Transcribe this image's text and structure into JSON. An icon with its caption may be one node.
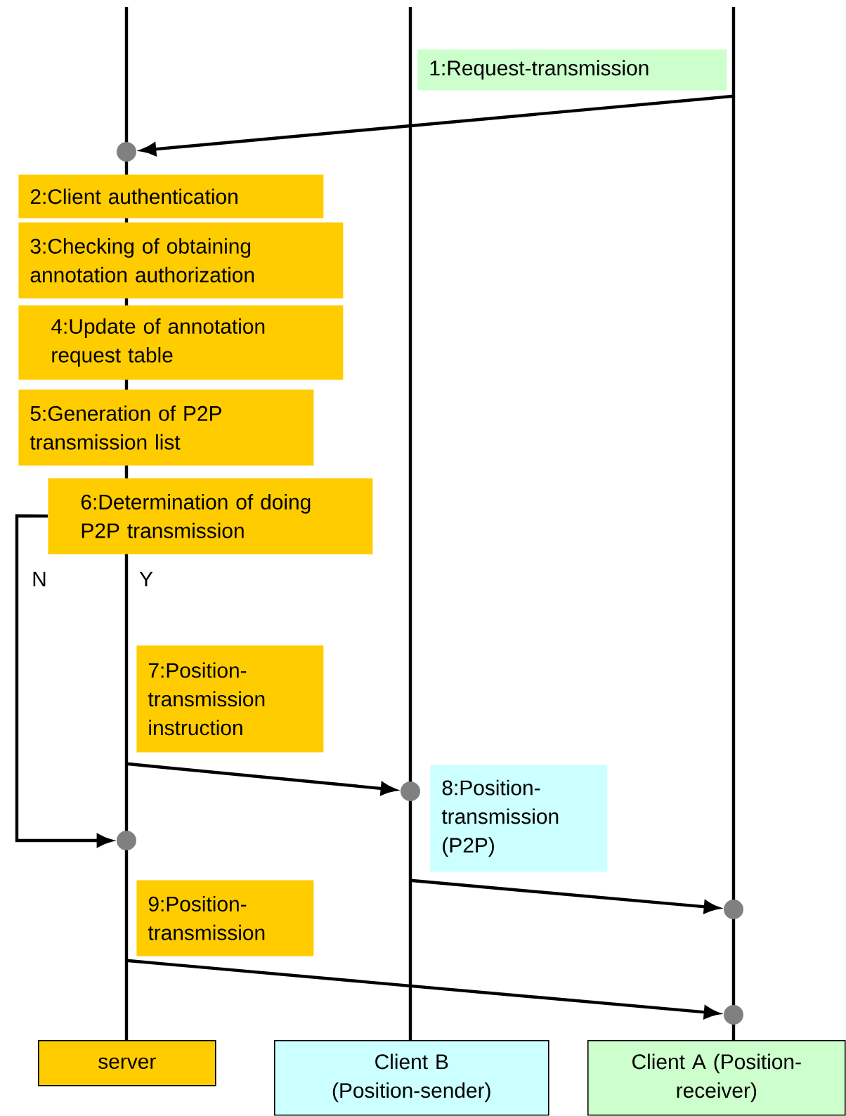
{
  "diagram": {
    "nodes": [
      {
        "text": [
          "1:Request-transmission"
        ]
      },
      {
        "text": [],
        "shape": "circle"
      },
      {
        "text": [
          "2:Client authentication"
        ]
      },
      {
        "text": [
          "3:Checking of obtaining annotation authorization"
        ]
      },
      {
        "text": [
          "4:Update of annotation request table"
        ]
      },
      {
        "text": [
          "5:Generation of P2P transmission list"
        ]
      },
      {
        "text": [
          "6:Determination of doing P2P transmission"
        ]
      },
      {
        "text": [
          "7:Position-transmission instruction"
        ]
      },
      {
        "text": [],
        "shape": "circle"
      },
      {
        "text": [
          "8:Position-transmission (P2P)"
        ]
      },
      {
        "text": [],
        "shape": "circle"
      },
      {
        "text": [
          "9:Position-transmission"
        ]
      },
      {
        "text": [],
        "shape": "circle"
      },
      {
        "text": [],
        "shape": "circle"
      },
      {
        "text": [
          "server"
        ]
      },
      {
        "text": [
          "Client B (Position-sender)"
        ]
      },
      {
        "text": [
          "Client A (Position-receiver)"
        ]
      }
    ],
    "edges": [
      {
        "from": 0,
        "to": 1,
        "arrow": "to"
      },
      {
        "from": 7,
        "to": 8,
        "arrow": "to"
      },
      {
        "from": 6,
        "to": 10,
        "arrow": "to"
      },
      {
        "from": 9,
        "to": 12,
        "arrow": "to"
      },
      {
        "from": 11,
        "to": 13,
        "arrow": "to"
      }
    ],
    "labels": [
      "N",
      "Y"
    ]
  }
}
